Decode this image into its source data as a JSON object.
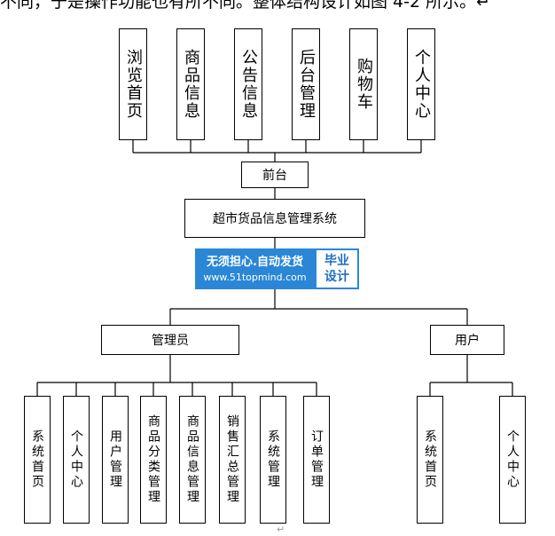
{
  "caption": "不同，于是操作功能也有所不同。整体结构设计如图 4-2 所示。↵",
  "front_modules": [
    "浏览首页",
    "商品信息",
    "公告信息",
    "后台管理",
    "购物车",
    "个人中心"
  ],
  "front_node": "前台",
  "root_node": "超市货品信息管理系统",
  "admin_node": "管理员",
  "user_node": "用户",
  "admin_modules": [
    "系统首页",
    "个人中心",
    "用户管理",
    "商品分类管理",
    "商品信息管理",
    "销售汇总管理",
    "系统管理",
    "订单管理"
  ],
  "user_modules": [
    "系统首页",
    "个人中心"
  ],
  "watermark": {
    "slogan": "无须担心.自动发货",
    "url": "www.51topmind.com",
    "badge_line1": "毕业",
    "badge_line2": "设计"
  },
  "paragraph_mark": "↵"
}
